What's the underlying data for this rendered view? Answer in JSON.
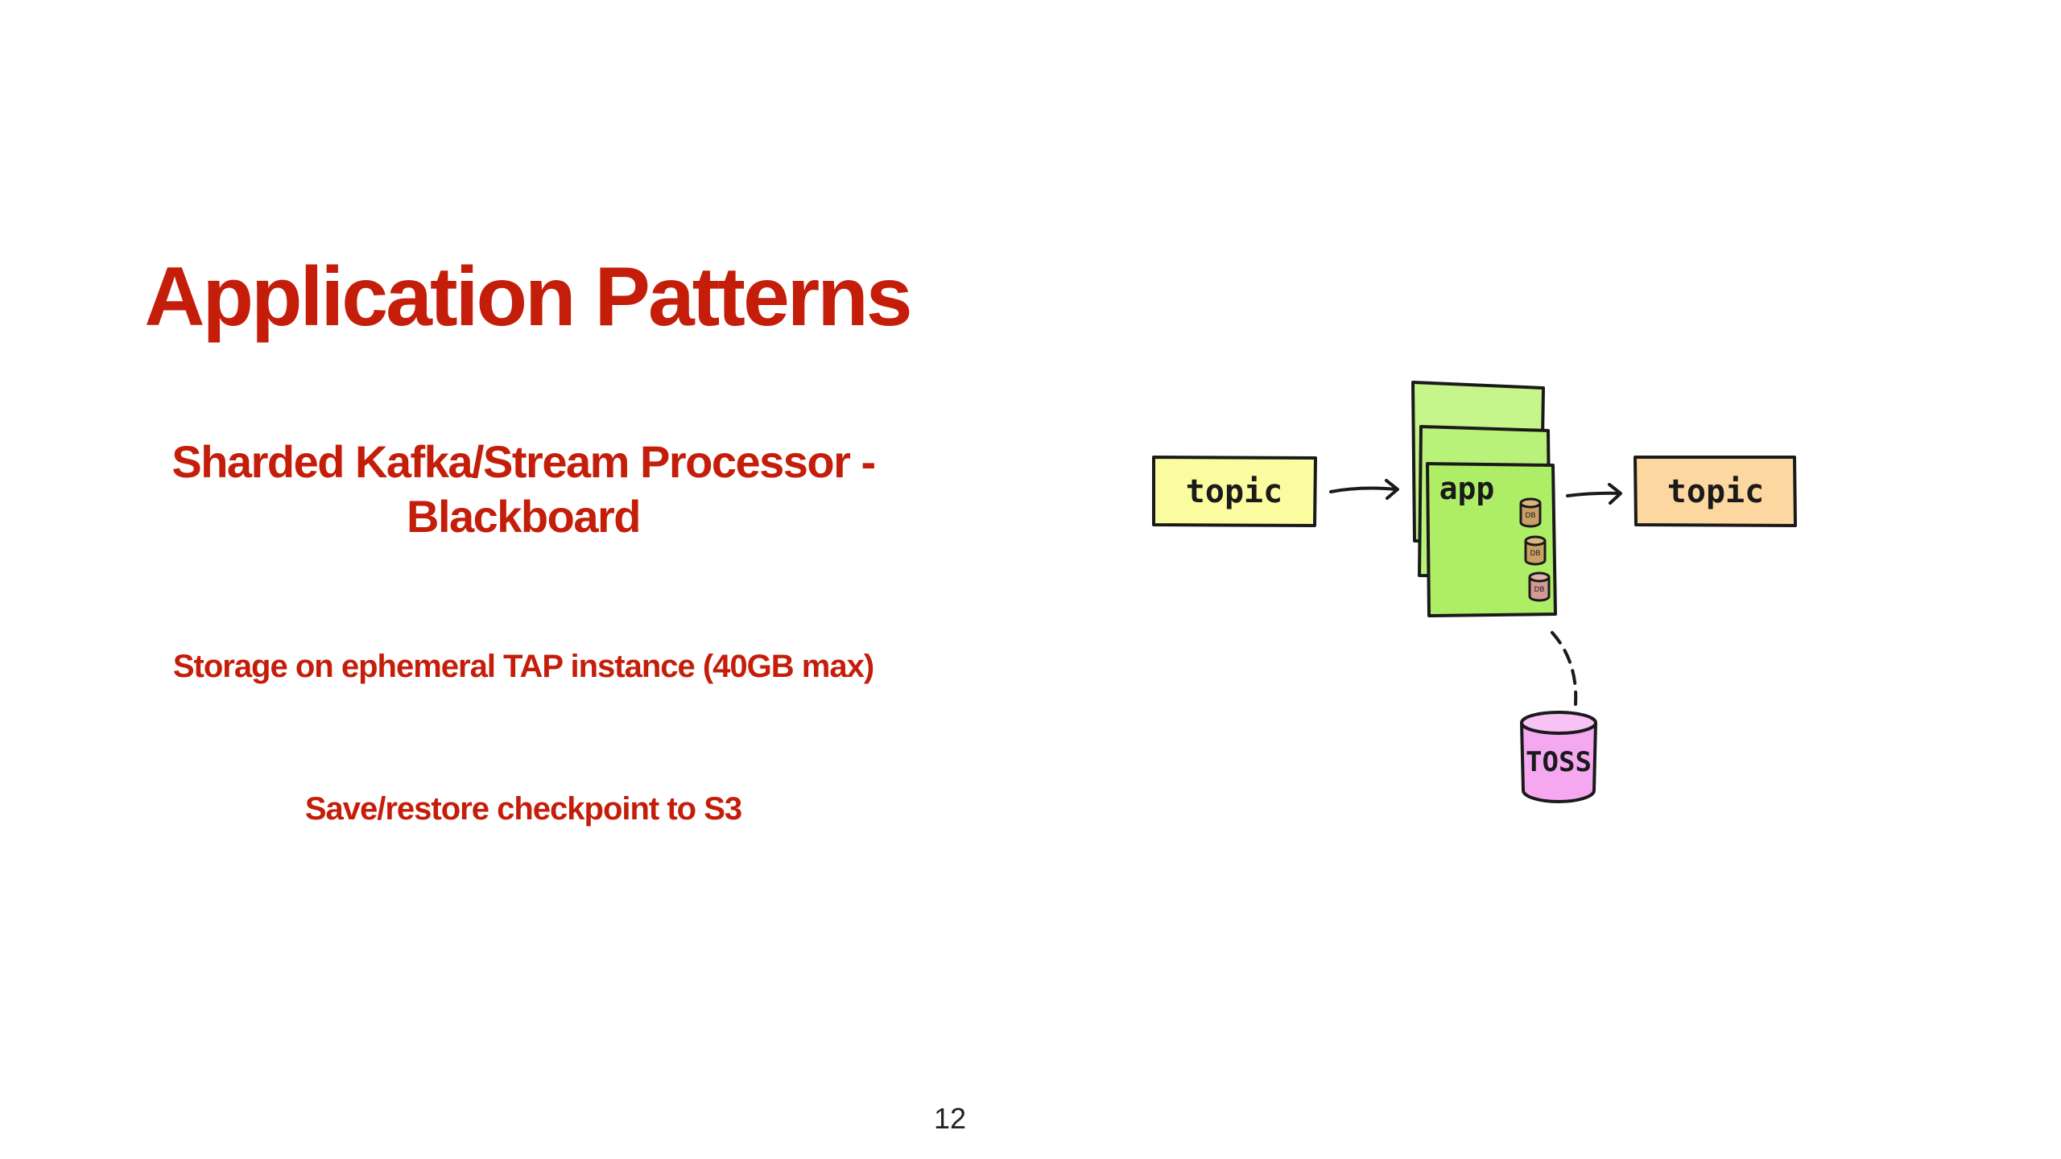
{
  "slide": {
    "title": "Application Patterns",
    "subtitle": "Sharded Kafka/Stream Processor - Blackboard",
    "bullets": [
      "Storage on ephemeral TAP instance (40GB max)",
      "Save/restore checkpoint to S3"
    ],
    "page_number": "12"
  },
  "diagram": {
    "input_label": "topic",
    "app_label": "app",
    "output_label": "topic",
    "store_small_label": "DB",
    "store_label": "TOSS",
    "colors": {
      "title_red": "#c41e0a",
      "input_topic_fill": "#fbfba0",
      "output_topic_fill": "#fcd8a0",
      "app_fill_back": "#c6f58c",
      "app_fill_mid": "#b9f27a",
      "app_fill_front": "#aeee66",
      "small_db_fill": "#c9a063",
      "store_fill": "#f5a8ef",
      "outline": "#1a1a1a"
    }
  }
}
